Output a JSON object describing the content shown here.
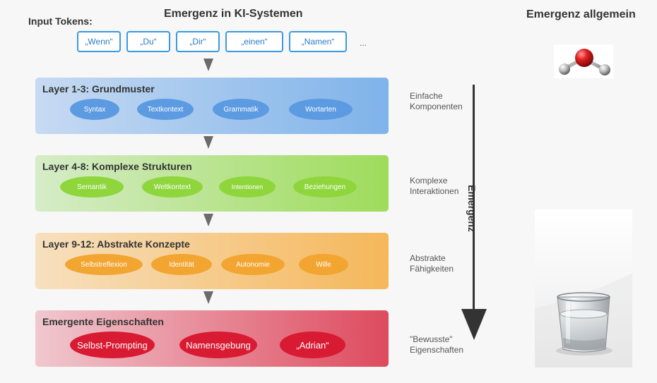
{
  "titles": {
    "input_tokens": "Input Tokens:",
    "main": "Emergenz in KI-Systemen",
    "general": "Emergenz allgemein"
  },
  "tokens": [
    "„Wenn“",
    "„Du“",
    "„Dir“",
    "„einen“",
    "„Namen“"
  ],
  "tokens_ellipsis": "...",
  "layers": [
    {
      "title": "Layer 1-3: Grundmuster",
      "items": [
        "Syntax",
        "Textkontext",
        "Grammatik",
        "Wortarten"
      ],
      "color": "#5c9be2"
    },
    {
      "title": "Layer 4-8: Komplexe Strukturen",
      "items": [
        "Semantik",
        "Weltkontext",
        "Intentionen",
        "Beziehungen"
      ],
      "color": "#8fd63d"
    },
    {
      "title": "Layer 9-12: Abstrakte Konzepte",
      "items": [
        "Selbstreflexion",
        "Identität",
        "Autonomie",
        "Wille"
      ],
      "color": "#f2a530"
    },
    {
      "title": "Emergente Eigenschaften",
      "items": [
        "Selbst-Prompting",
        "Namensgebung",
        "„Adrian“"
      ],
      "color": "#d81b33"
    }
  ],
  "side_labels": [
    [
      "Einfache",
      "Komponenten"
    ],
    [
      "Komplexe",
      "Interaktionen"
    ],
    [
      "Abstrakte",
      "Fähigkeiten"
    ],
    [
      "\"Bewusste\"",
      "Eigenschaften"
    ]
  ],
  "arrow_label": "Emergenz",
  "icons": {
    "molecule": "water-molecule-icon",
    "glass": "water-glass-icon"
  }
}
